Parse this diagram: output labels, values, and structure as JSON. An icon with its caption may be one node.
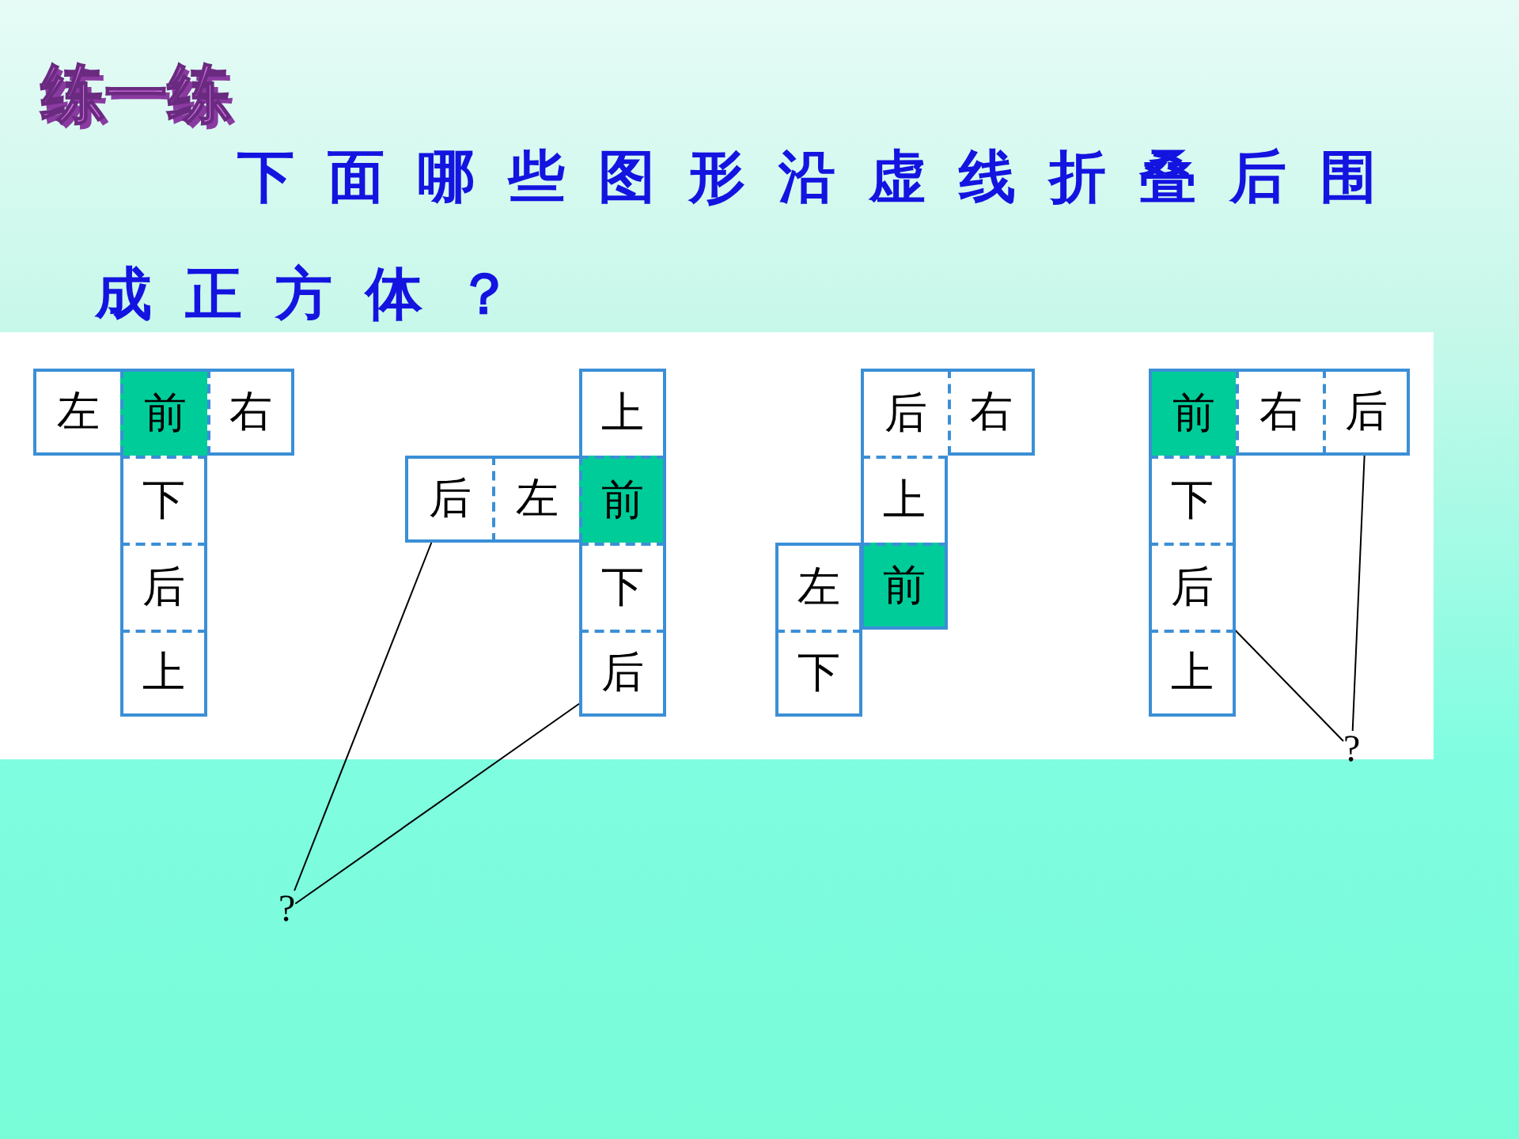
{
  "diagram": {
    "title": "练一练",
    "nodes": [
      {
        "text": [
          "左"
        ]
      },
      {
        "text": [
          "前"
        ]
      },
      {
        "text": [
          "右"
        ]
      },
      {
        "text": [
          "下"
        ]
      },
      {
        "text": [
          "后"
        ]
      },
      {
        "text": [
          "上"
        ]
      },
      {
        "text": [
          "上"
        ]
      },
      {
        "text": [
          "后"
        ]
      },
      {
        "text": [
          "左"
        ]
      },
      {
        "text": [
          "前"
        ]
      },
      {
        "text": [
          "下"
        ]
      },
      {
        "text": [
          "后"
        ]
      },
      {
        "text": [
          "后"
        ]
      },
      {
        "text": [
          "右"
        ]
      },
      {
        "text": [
          "上"
        ]
      },
      {
        "text": [
          "左"
        ]
      },
      {
        "text": [
          "前"
        ]
      },
      {
        "text": [
          "下"
        ]
      },
      {
        "text": [
          "前"
        ]
      },
      {
        "text": [
          "右"
        ]
      },
      {
        "text": [
          "后"
        ]
      },
      {
        "text": [
          "下"
        ]
      },
      {
        "text": [
          "后"
        ]
      },
      {
        "text": [
          "上"
        ]
      },
      {
        "text": [
          "?"
        ]
      },
      {
        "text": [
          "?"
        ]
      }
    ],
    "edges": [
      {
        "from": 24,
        "to": 7,
        "arrow": "none"
      },
      {
        "from": 24,
        "to": 11,
        "arrow": "none"
      },
      {
        "from": 25,
        "to": 22,
        "arrow": "none"
      },
      {
        "from": 25,
        "to": 20,
        "arrow": "none"
      }
    ],
    "labels": [
      "下面哪些图形沿虚线折叠后围成正方体？"
    ]
  }
}
